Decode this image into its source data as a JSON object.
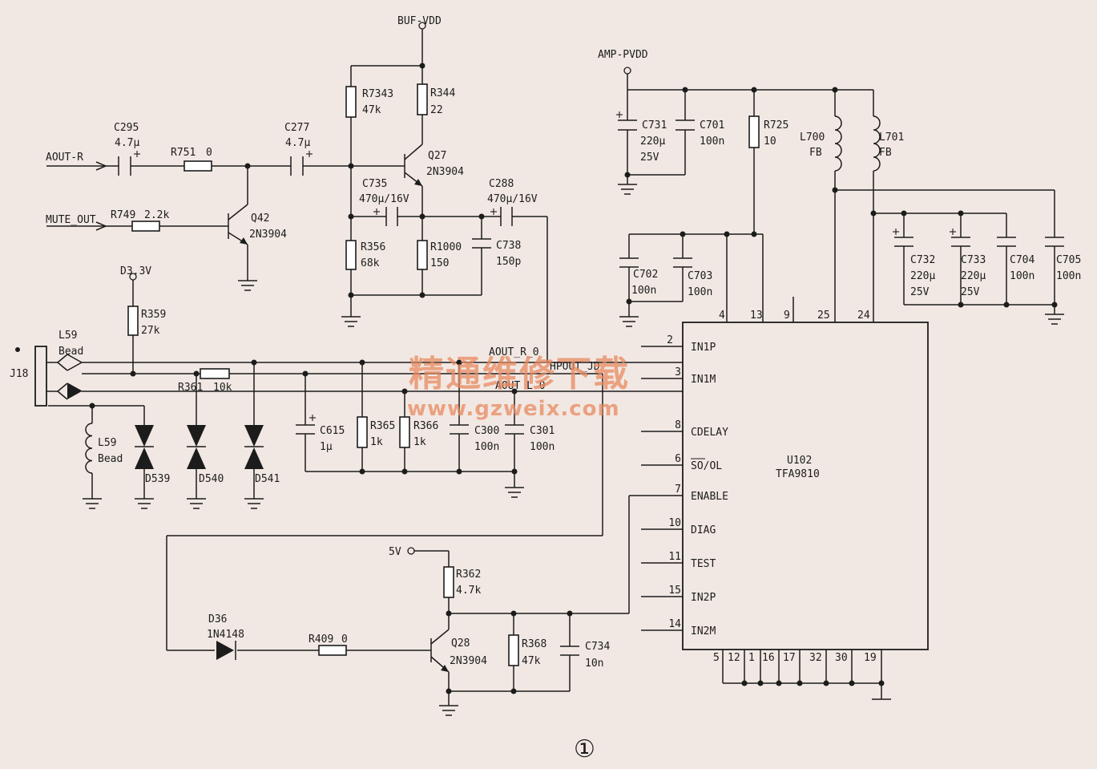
{
  "nets": {
    "buf_vdd": "BUF-VDD",
    "amp_pvdd": "AMP-PVDD",
    "aout_r_in": "AOUT-R",
    "mute_out": "MUTE_OUT",
    "d3v3": "D3.3V",
    "aout_r_0": "AOUT_R_0",
    "aout_l_0": "AOUT_L_0",
    "hpout_jd": "HPOUT_JD",
    "v5": "5V"
  },
  "components": {
    "C295": {
      "ref": "C295",
      "value": "4.7μ"
    },
    "R751": {
      "ref": "R751",
      "value": "0"
    },
    "C277": {
      "ref": "C277",
      "value": "4.7μ"
    },
    "R749": {
      "ref": "R749",
      "value": "2.2k"
    },
    "Q42": {
      "ref": "Q42",
      "value": "2N3904"
    },
    "R7343": {
      "ref": "R7343",
      "value": "47k"
    },
    "R344": {
      "ref": "R344",
      "value": "22"
    },
    "Q27": {
      "ref": "Q27",
      "value": "2N3904"
    },
    "C735": {
      "ref": "C735",
      "value": "470μ/16V"
    },
    "C288": {
      "ref": "C288",
      "value": "470μ/16V"
    },
    "R356": {
      "ref": "R356",
      "value": "68k"
    },
    "R1000": {
      "ref": "R1000",
      "value": "150"
    },
    "C738": {
      "ref": "C738",
      "value": "150p"
    },
    "R359": {
      "ref": "R359",
      "value": "27k"
    },
    "L59_top": {
      "ref": "L59",
      "value": "Bead"
    },
    "L59_bot": {
      "ref": "L59",
      "value": "Bead"
    },
    "J18": {
      "ref": "J18"
    },
    "R361": {
      "ref": "R361",
      "value": "10k"
    },
    "D539": {
      "ref": "D539"
    },
    "D540": {
      "ref": "D540"
    },
    "D541": {
      "ref": "D541"
    },
    "C615": {
      "ref": "C615",
      "value": "1μ"
    },
    "R365": {
      "ref": "R365",
      "value": "1k"
    },
    "R366": {
      "ref": "R366",
      "value": "1k"
    },
    "C300": {
      "ref": "C300",
      "value": "100n"
    },
    "C301": {
      "ref": "C301",
      "value": "100n"
    },
    "C731": {
      "ref": "C731",
      "value": "220μ",
      "value2": "25V"
    },
    "C701": {
      "ref": "C701",
      "value": "100n"
    },
    "R725": {
      "ref": "R725",
      "value": "10"
    },
    "L700": {
      "ref": "L700",
      "value": "FB"
    },
    "L701": {
      "ref": "L701",
      "value": "FB"
    },
    "C702": {
      "ref": "C702",
      "value": "100n"
    },
    "C703": {
      "ref": "C703",
      "value": "100n"
    },
    "C732": {
      "ref": "C732",
      "value": "220μ",
      "value2": "25V"
    },
    "C733": {
      "ref": "C733",
      "value": "220μ",
      "value2": "25V"
    },
    "C704": {
      "ref": "C704",
      "value": "100n"
    },
    "C705": {
      "ref": "C705",
      "value": "100n"
    },
    "R362": {
      "ref": "R362",
      "value": "4.7k"
    },
    "Q28": {
      "ref": "Q28",
      "value": "2N3904"
    },
    "R368": {
      "ref": "R368",
      "value": "47k"
    },
    "C734": {
      "ref": "C734",
      "value": "10n"
    },
    "D36": {
      "ref": "D36",
      "value": "1N4148"
    },
    "R409": {
      "ref": "R409",
      "value": "0"
    },
    "U102": {
      "ref": "U102",
      "value": "TFA9810"
    }
  },
  "ic_pins": {
    "left": [
      {
        "num": "2",
        "name": "IN1P"
      },
      {
        "num": "3",
        "name": "IN1M"
      },
      {
        "num": "8",
        "name": "CDELAY"
      },
      {
        "num": "6",
        "name": "SO/OL"
      },
      {
        "num": "7",
        "name": "ENABLE"
      },
      {
        "num": "10",
        "name": "DIAG"
      },
      {
        "num": "11",
        "name": "TEST"
      },
      {
        "num": "15",
        "name": "IN2P"
      },
      {
        "num": "14",
        "name": "IN2M"
      }
    ],
    "top": [
      "4",
      "13",
      "9",
      "25",
      "24"
    ],
    "bottom": [
      "5",
      "12",
      "1",
      "16",
      "17",
      "32",
      "30",
      "19"
    ]
  },
  "watermark": {
    "cn": "精通维修下载",
    "url": "www.gzweix.com"
  },
  "figure_label": "①"
}
